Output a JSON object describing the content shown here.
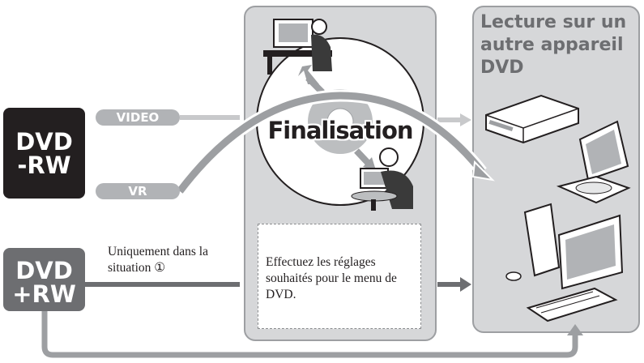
{
  "sources": {
    "dvd_rw": {
      "line1": "DVD",
      "line2": "-RW"
    },
    "dvd_plus_rw": {
      "line1": "DVD",
      "line2": "+RW"
    }
  },
  "modes": {
    "video": "VIDEO",
    "vr": "VR"
  },
  "plus_rw_caption": "Uniquement dans la situation ①",
  "finalisation_label": "Finalisation",
  "menu_note": "Effectuez les réglages souhaités pour le menu de DVD.",
  "right_title": "Lecture sur un\nautre appareil\nDVD",
  "icons": [
    "disc-icon",
    "person-at-tv-icon",
    "person-with-laptop-icon",
    "dvd-player-icon",
    "portable-dvd-player-icon",
    "desktop-computer-icon"
  ],
  "colors": {
    "dark_box": "#231f20",
    "grey_box": "#6d6e71",
    "pill": "#b1b3b6",
    "panel": "#d6d7d9",
    "arrow": "#9d9fa2"
  }
}
